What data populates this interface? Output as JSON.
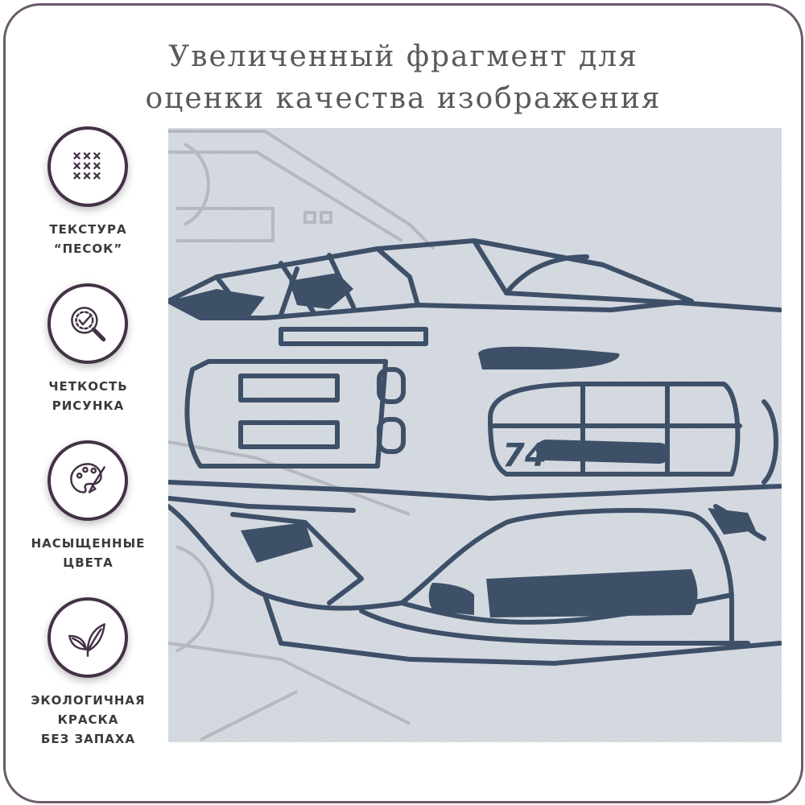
{
  "header": {
    "title_line1": "Увеличенный фрагмент для",
    "title_line2": "оценки качества изображения"
  },
  "features": [
    {
      "label": "ТЕКСТУРА\n“ПЕСОК”",
      "icon": "sand-texture-icon"
    },
    {
      "label": "ЧЕТКОСТЬ\nРИСУНКА",
      "icon": "sharpness-magnifier-icon"
    },
    {
      "label": "НАСЫЩЕННЫЕ\nЦВЕТА",
      "icon": "palette-icon"
    },
    {
      "label": "ЭКОЛОГИЧНАЯ\nКРАСКА\nБЕЗ ЗАПАХА",
      "icon": "leaf-icon"
    }
  ],
  "photo": {
    "number": "74",
    "colors": {
      "background": "#d6dbe3",
      "ink": "#3d5068",
      "faint": "#b5b9bf"
    }
  },
  "colors": {
    "border": "#6b5a6b",
    "badge_ring": "#433245",
    "title": "#5a5a5a"
  }
}
